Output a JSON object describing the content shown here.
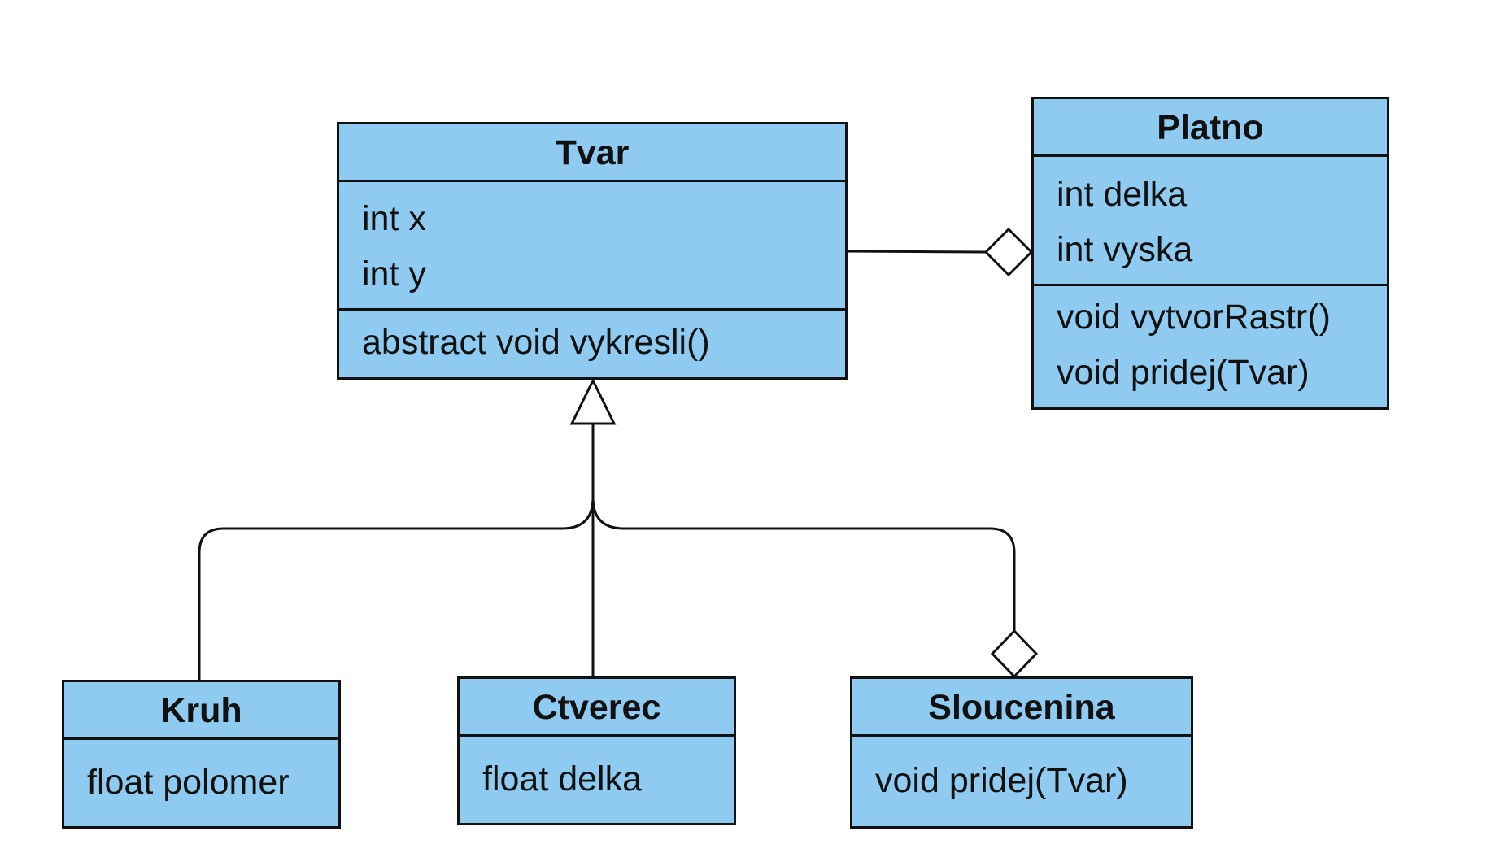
{
  "diagram": {
    "classes": {
      "tvar": {
        "name": "Tvar",
        "attributes": [
          "int x",
          "int y"
        ],
        "methods": [
          "abstract void vykresli()"
        ]
      },
      "platno": {
        "name": "Platno",
        "attributes": [
          "int delka",
          "int vyska"
        ],
        "methods": [
          "void vytvorRastr()",
          "void pridej(Tvar)"
        ]
      },
      "kruh": {
        "name": "Kruh",
        "attributes": [
          "float polomer"
        ]
      },
      "ctverec": {
        "name": "Ctverec",
        "attributes": [
          "float delka"
        ]
      },
      "sloucenina": {
        "name": "Sloucenina",
        "methods": [
          "void pridej(Tvar)"
        ]
      }
    },
    "relations": [
      {
        "type": "aggregation",
        "whole": "Platno",
        "part": "Tvar"
      },
      {
        "type": "generalization",
        "child": "Kruh",
        "parent": "Tvar"
      },
      {
        "type": "generalization",
        "child": "Ctverec",
        "parent": "Tvar"
      },
      {
        "type": "generalization",
        "child": "Sloucenina",
        "parent": "Tvar"
      },
      {
        "type": "aggregation",
        "whole": "Sloucenina",
        "part": "Tvar"
      }
    ],
    "colors": {
      "class_fill": "#8fcbf0",
      "line": "#111111"
    }
  }
}
